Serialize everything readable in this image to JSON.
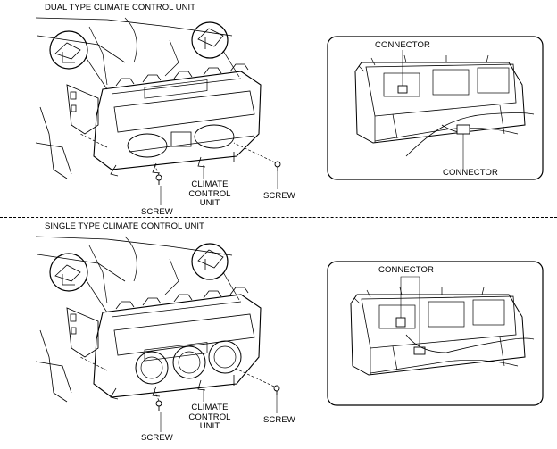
{
  "sections": [
    {
      "title": "DUAL TYPE CLIMATE CONTROL UNIT",
      "labels": {
        "connector_top": "CONNECTOR",
        "connector_bottom": "CONNECTOR",
        "unit": "CLIMATE\nCONTROL\nUNIT",
        "screw_left": "SCREW",
        "screw_right": "SCREW"
      }
    },
    {
      "title": "SINGLE TYPE CLIMATE CONTROL UNIT",
      "labels": {
        "connector_top": "CONNECTOR",
        "unit": "CLIMATE\nCONTROL\nUNIT",
        "screw_left": "SCREW",
        "screw_right": "SCREW"
      }
    }
  ]
}
